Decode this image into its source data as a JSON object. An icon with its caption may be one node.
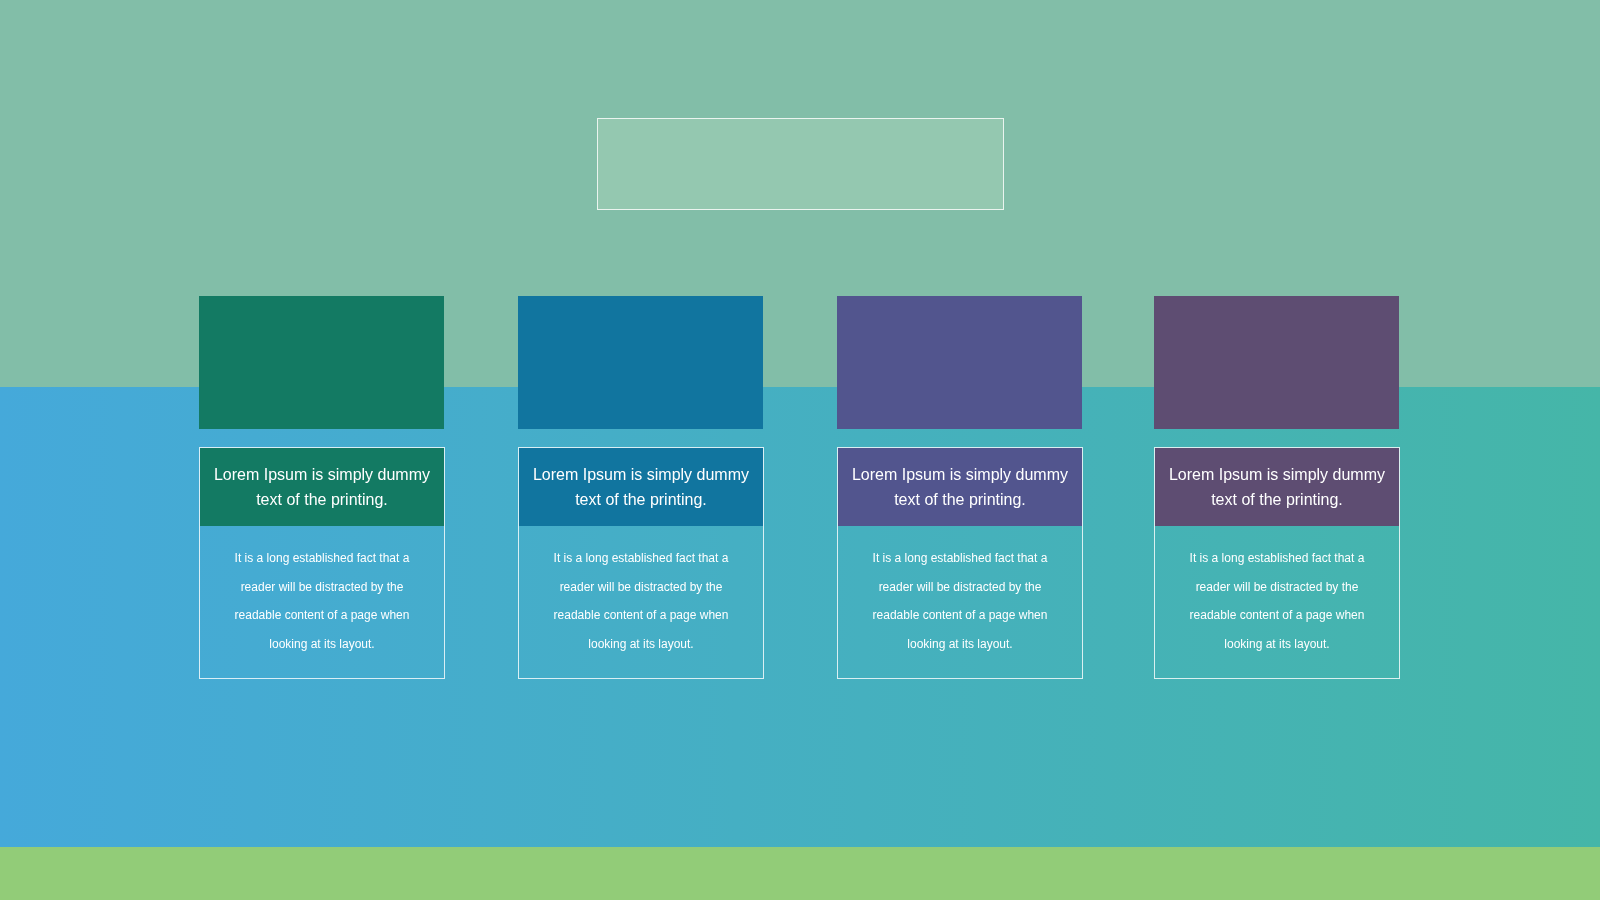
{
  "diagram": {
    "nodes": [
      {
        "text": [],
        "shape": "box"
      },
      {
        "text": [],
        "shape": "box"
      },
      {
        "text": [],
        "shape": "box"
      },
      {
        "text": [],
        "shape": "box"
      },
      {
        "text": [],
        "shape": "box"
      },
      {
        "text": [
          "Lorem Ipsum is simply dummy text of the printing.",
          "It is a long established fact that a reader will be distracted by the readable content of a page when looking at its layout."
        ]
      },
      {
        "text": [
          "Lorem Ipsum is simply dummy text of the printing.",
          "It is a long established fact that a reader will be distracted by the readable content of a page when looking at its layout."
        ]
      },
      {
        "text": [
          "Lorem Ipsum is simply dummy text of the printing.",
          "It is a long established fact that a reader will be distracted by the readable content of a page when looking at its layout."
        ]
      },
      {
        "text": [
          "Lorem Ipsum is simply dummy text of the printing.",
          "It is a long established fact that a reader will be distracted by the readable content of a page when looking at its layout."
        ]
      }
    ]
  }
}
